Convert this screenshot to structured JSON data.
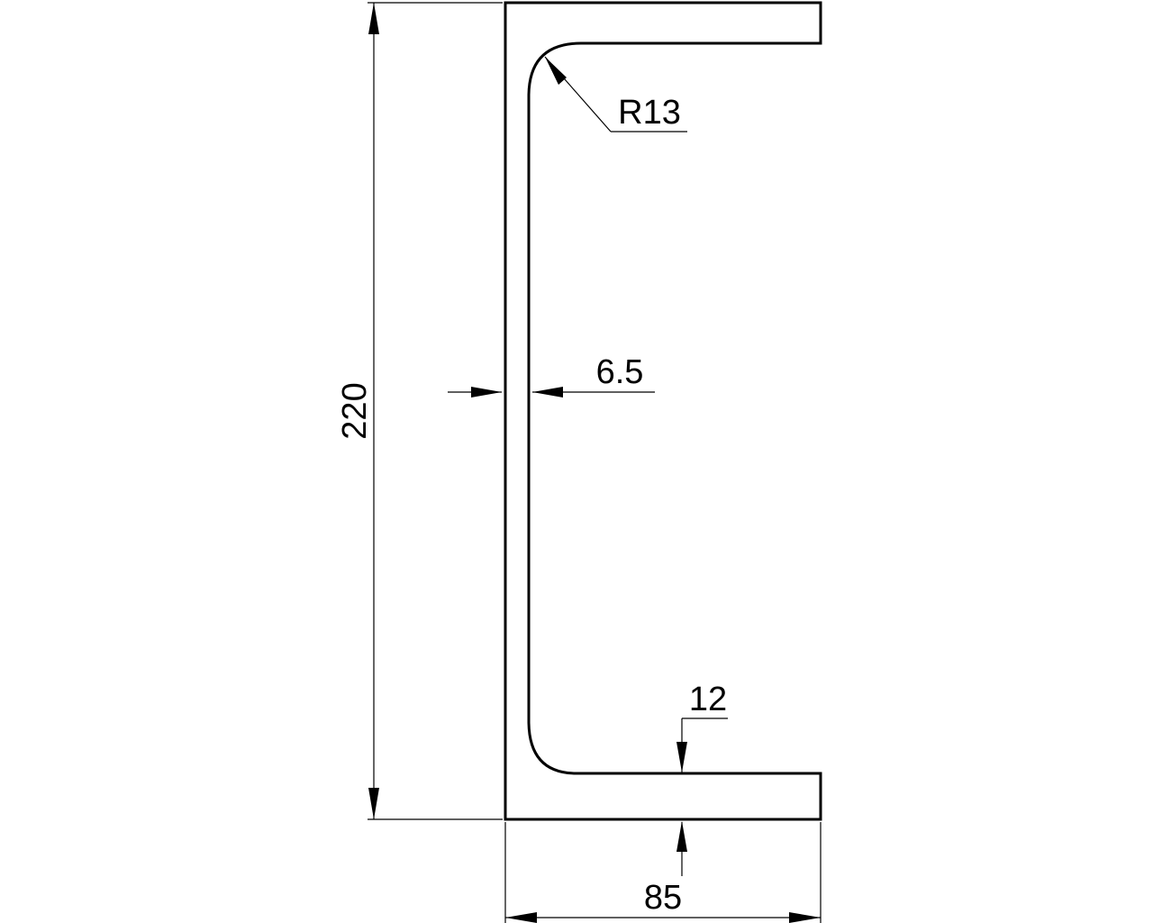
{
  "diagram": {
    "type": "technical-drawing",
    "subject": "channel-section-profile",
    "colors": {
      "background": "#ffffff",
      "line": "#000000"
    },
    "dimensions": {
      "height": "220",
      "flange_width": "85",
      "web_thickness": "6.5",
      "flange_thickness": "12",
      "root_radius": "R13"
    }
  }
}
